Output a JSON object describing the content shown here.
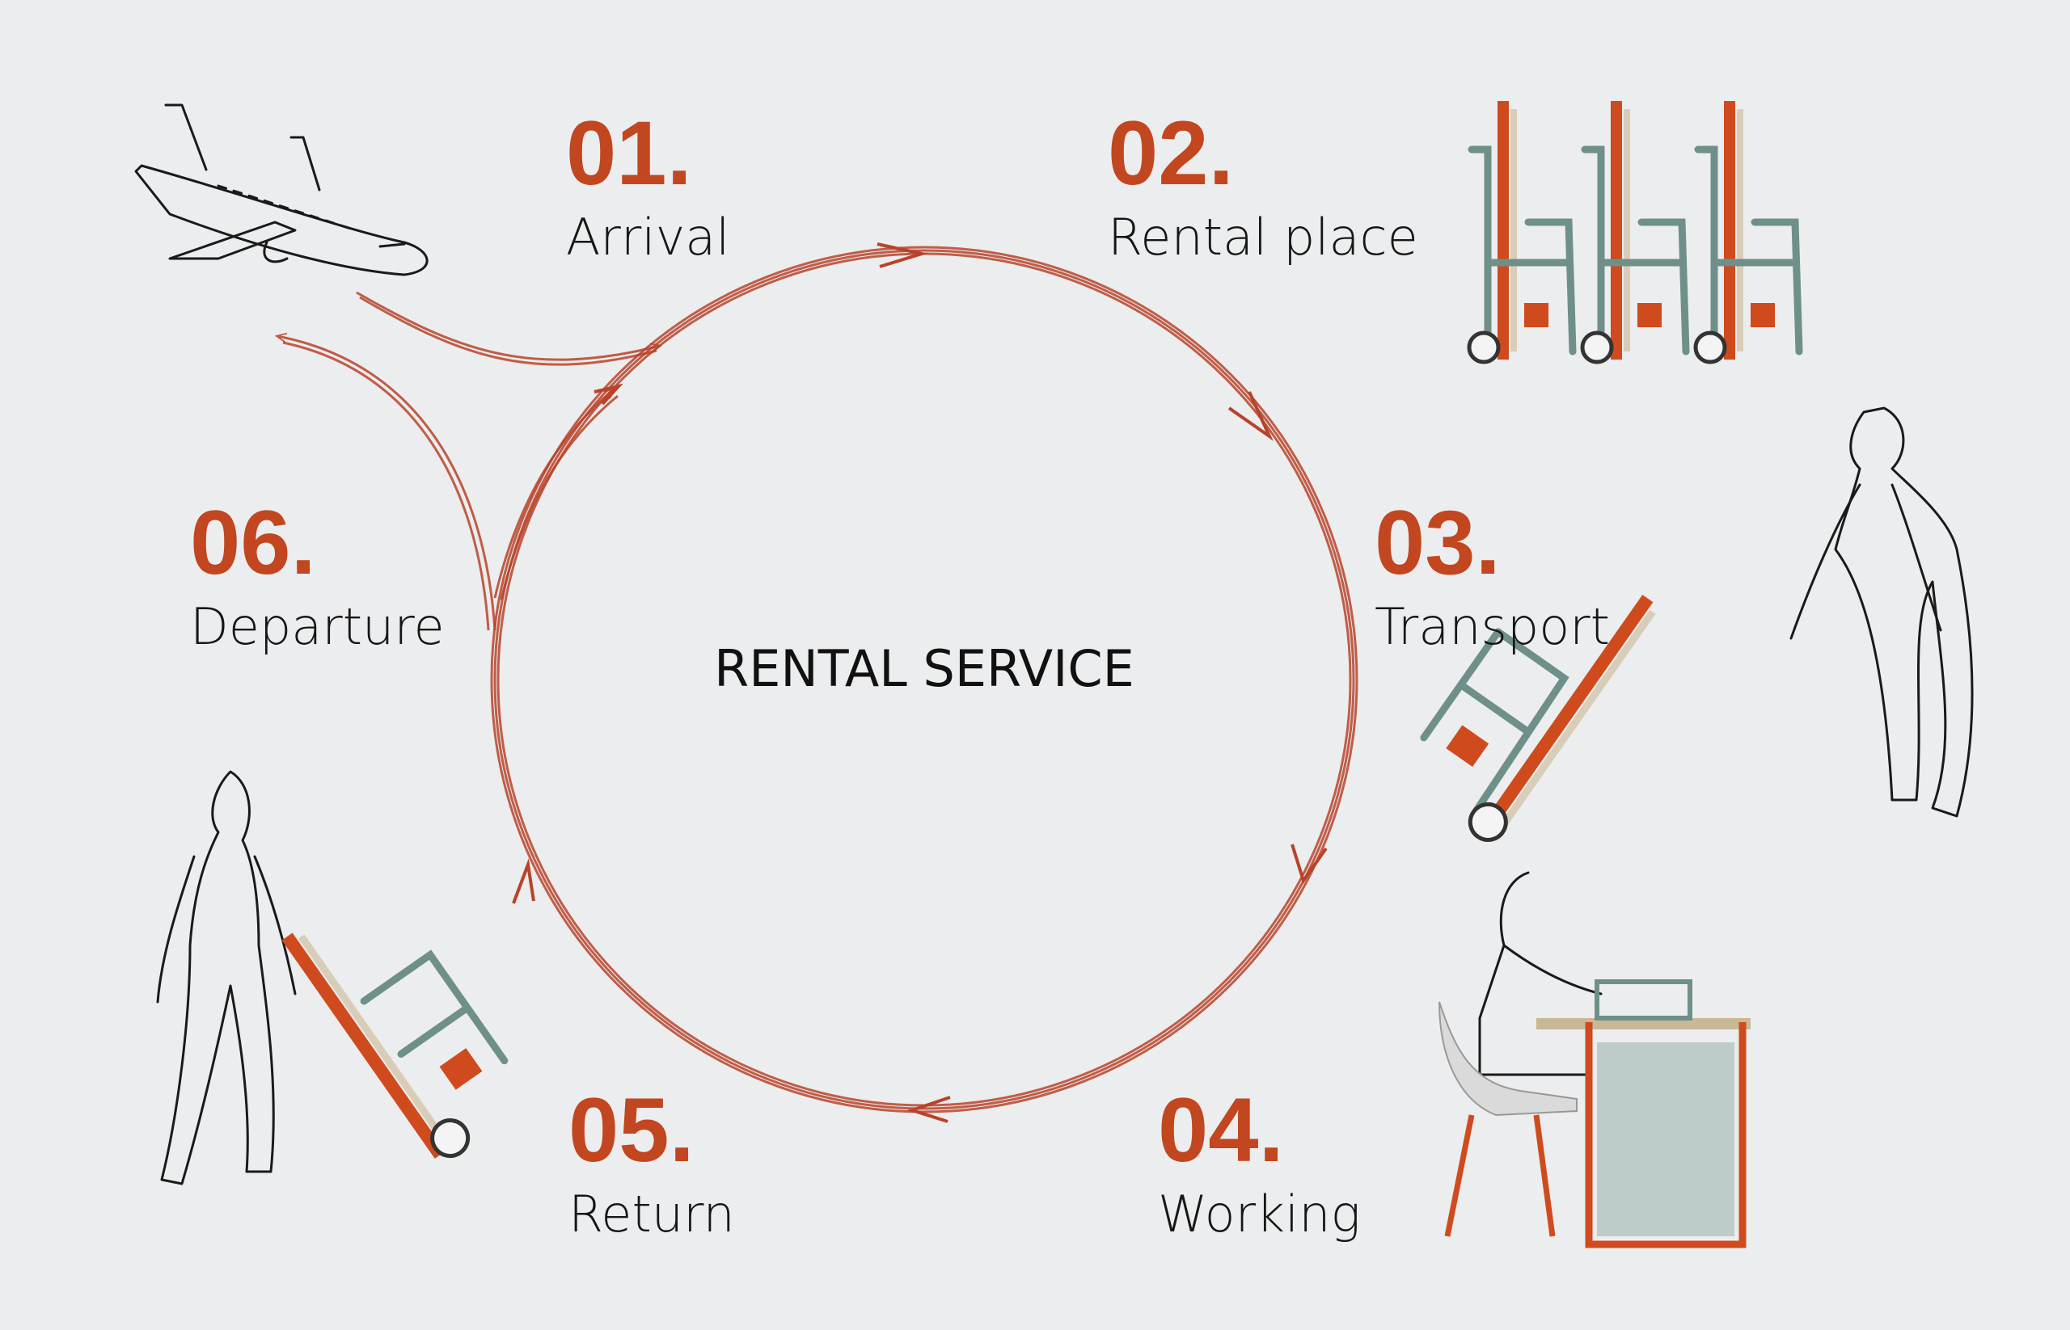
{
  "title": "RENTAL SERVICE",
  "steps": [
    {
      "number": "01.",
      "label": "Arrival"
    },
    {
      "number": "02.",
      "label": "Rental place"
    },
    {
      "number": "03.",
      "label": "Transport"
    },
    {
      "number": "04.",
      "label": "Working"
    },
    {
      "number": "05.",
      "label": "Return"
    },
    {
      "number": "06.",
      "label": "Departure"
    }
  ],
  "colors": {
    "accent": "#c2461f",
    "background": "#ecedee",
    "arrow": "#b8432a",
    "frame": "#6f8f8a"
  }
}
